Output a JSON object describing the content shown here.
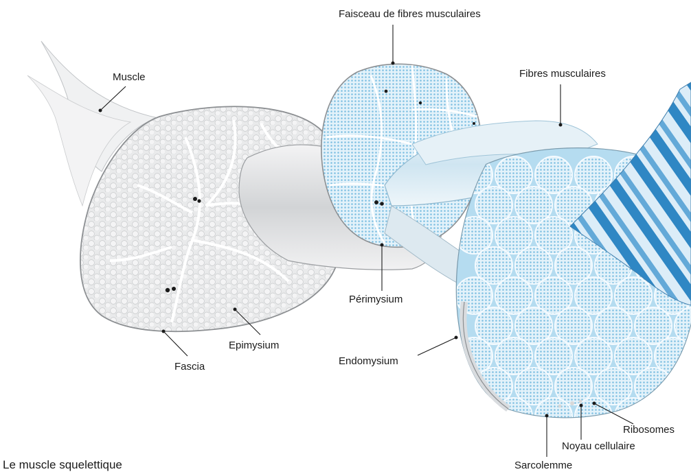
{
  "labels": {
    "muscle": "Muscle",
    "faisceau": "Faisceau de fibres musculaires",
    "fibres": "Fibres musculaires",
    "perimysium": "Périmysium",
    "epimysium": "Epimysium",
    "fascia": "Fascia",
    "endomysium": "Endomysium",
    "ribosomes": "Ribosomes",
    "noyau": "Noyau cellulaire",
    "sarcolemme": "Sarcolemme"
  },
  "caption": "Le muscle squelettique",
  "colors": {
    "muscle_gray": "#e4e5e6",
    "muscle_outline": "#8c8f92",
    "fiber_blue": "#bfe2f2",
    "myofibril_blue": "#2f87c4",
    "nucleus_dark": "#333333"
  }
}
